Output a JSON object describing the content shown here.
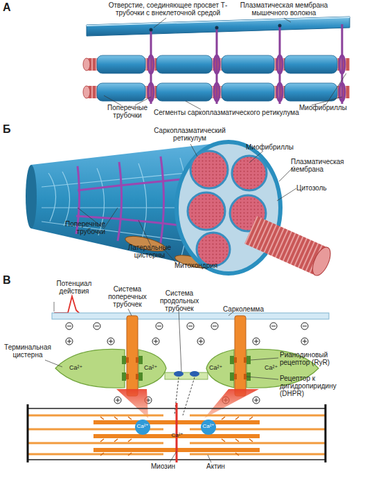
{
  "diagram": {
    "labels": [
      "А",
      "Отверстие, соединяющее просвет Т-трубочки с внеклеточной средой",
      "Плазматическая мембрана мышечного волокна",
      "Поперечные трубочки",
      "Сегменты саркоплазматического ретикулума",
      "Миофибриллы",
      "Б",
      "Саркоплазматический ретикулум",
      "Миофибриллы",
      "Плазматическая мембрана",
      "Цитозоль",
      "Поперечные трубочки",
      "Латеральные цистерны",
      "Митохондрия",
      "В",
      "Потенциал действия",
      "Система поперечных трубочек",
      "Система продольных трубочек",
      "Сарколемма",
      "Терминальная цистерна",
      "Рианодиновый рецептор (RyR)",
      "Рецептор к дигидропиридину (DHPR)",
      "Ca²⁺",
      "Ca²⁺",
      "Ca²⁺",
      "Ca²⁺",
      "Ca²⁺",
      "Ca²⁺",
      "Ca²⁺",
      "Миозин",
      "Актин"
    ]
  }
}
